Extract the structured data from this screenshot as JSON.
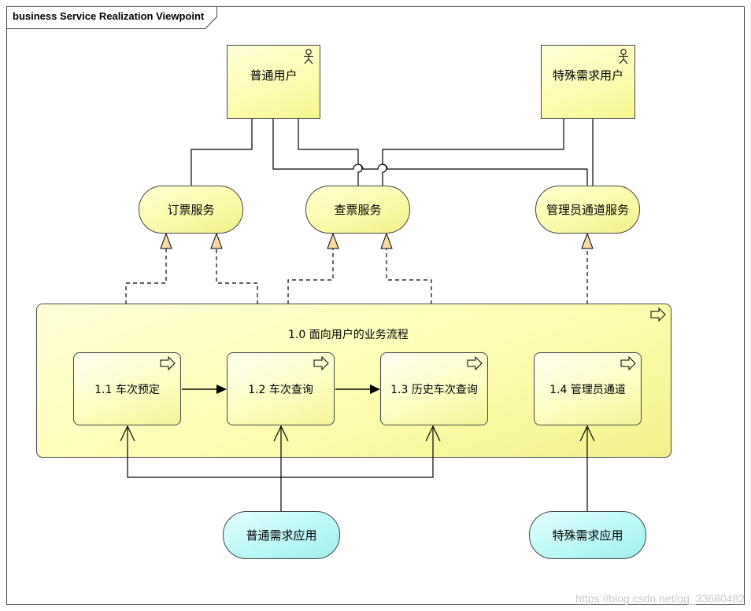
{
  "frame": {
    "title": "business Service Realization Viewpoint"
  },
  "actors": [
    {
      "id": "actor-normal-user",
      "label": "普通用户"
    },
    {
      "id": "actor-special-user",
      "label": "特殊需求用户"
    }
  ],
  "business_services": [
    {
      "id": "svc-booking",
      "label": "订票服务"
    },
    {
      "id": "svc-query",
      "label": "查票服务"
    },
    {
      "id": "svc-admin",
      "label": "管理员通道服务"
    }
  ],
  "process_group": {
    "label": "1.0 面向用户的业务流程"
  },
  "processes": [
    {
      "id": "proc-1-1",
      "label": "1.1 车次预定"
    },
    {
      "id": "proc-1-2",
      "label": "1.2 车次查询"
    },
    {
      "id": "proc-1-3",
      "label": "1.3 历史车次查询"
    },
    {
      "id": "proc-1-4",
      "label": "1.4 管理员通道"
    }
  ],
  "application_services": [
    {
      "id": "app-normal",
      "label": "普通需求应用"
    },
    {
      "id": "app-special",
      "label": "特殊需求应用"
    }
  ],
  "watermark": "https://blog.csdn.net/qq_33680482",
  "colors": {
    "actor_fill": "#fcfcb0",
    "service_fill": "#fafaa8",
    "app_service_fill": "#b9f7f7",
    "realization_arrow_fill": "#f8d9a8",
    "line": "#000000"
  }
}
